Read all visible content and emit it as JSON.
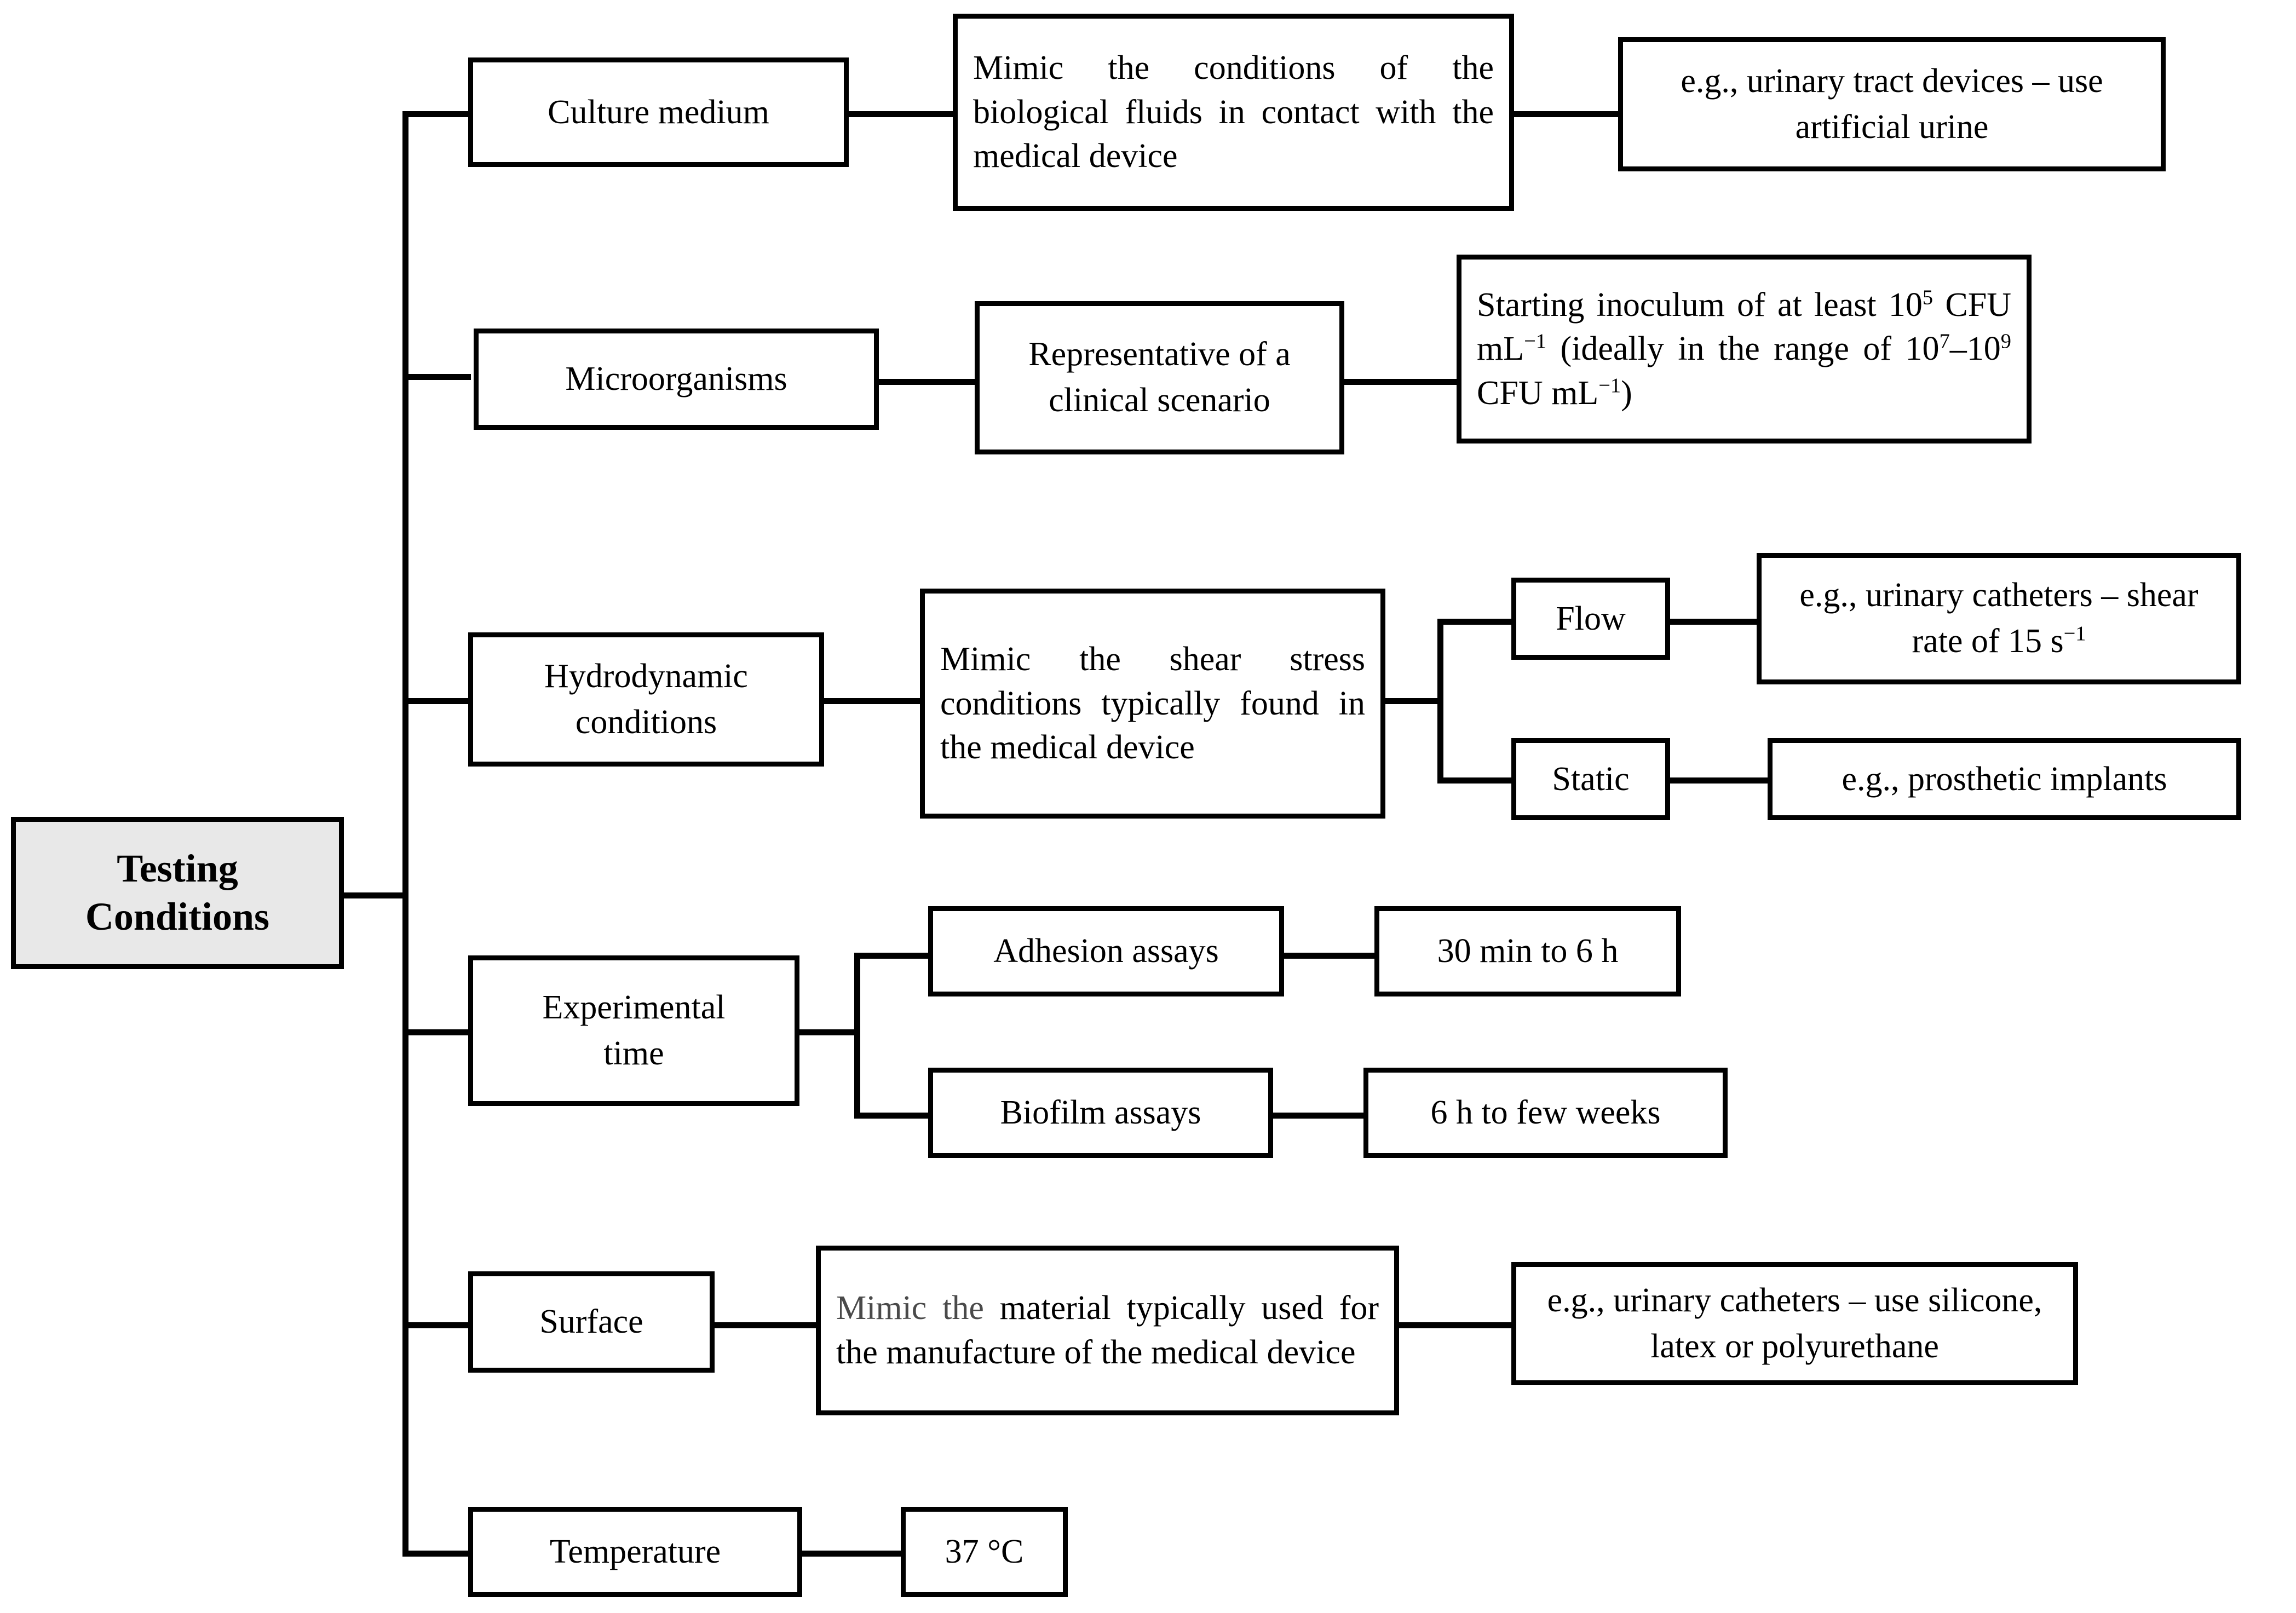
{
  "diagram": {
    "title": "Testing Conditions",
    "type": "tree-flowchart",
    "root": {
      "label": "Testing\nConditions",
      "line1": "Testing",
      "line2": "Conditions",
      "fill": "#e8e8e8",
      "border": "#000000"
    },
    "branches": [
      {
        "id": "culture-medium",
        "label": "Culture medium",
        "detail": "Mimic the conditions of the biological fluids in contact with the medical device",
        "example": "e.g., urinary tract devices – use artificial urine"
      },
      {
        "id": "microorganisms",
        "label": "Microorganisms",
        "detail": "Representative of a clinical scenario",
        "example_parts": {
          "p1": "Starting inoculum of at least 10",
          "sup1": "5",
          "p2": " CFU mL",
          "sup2": "−1",
          "p3": " (ideally in the range of 10",
          "sup3": "7",
          "p4": "–10",
          "sup4": "9",
          "p5": " CFU mL",
          "sup5": "−1",
          "p6": ")"
        },
        "example_plain": "Starting inoculum of at least 10^5 CFU mL^-1 (ideally in the range of 10^7–10^9 CFU mL^-1)"
      },
      {
        "id": "hydrodynamic-conditions",
        "label": "Hydrodynamic conditions",
        "label_line1": "Hydrodynamic",
        "label_line2": "conditions",
        "detail": "Mimic the shear stress conditions typically found in the medical device",
        "children": [
          {
            "id": "flow",
            "label": "Flow",
            "example_parts": {
              "p1": "e.g., urinary catheters – shear rate of 15 s",
              "sup1": "−1"
            },
            "example_plain": "e.g., urinary catheters – shear rate of 15 s^-1"
          },
          {
            "id": "static",
            "label": "Static",
            "example": "e.g., prosthetic implants"
          }
        ]
      },
      {
        "id": "experimental-time",
        "label": "Experimental time",
        "label_line1": "Experimental",
        "label_line2": "time",
        "children": [
          {
            "id": "adhesion-assays",
            "label": "Adhesion assays",
            "value": "30 min to 6 h"
          },
          {
            "id": "biofilm-assays",
            "label": "Biofilm assays",
            "value": "6 h to few weeks"
          }
        ]
      },
      {
        "id": "surface",
        "label": "Surface",
        "detail_lead": "Mimic the",
        "detail_rest": " material typically used for the manufacture of the medical device",
        "detail": "Mimic the material typically used for the manufacture of the medical device",
        "example": "e.g., urinary catheters – use silicone, latex or polyurethane"
      },
      {
        "id": "temperature",
        "label": "Temperature",
        "value": "37 °C"
      }
    ]
  }
}
